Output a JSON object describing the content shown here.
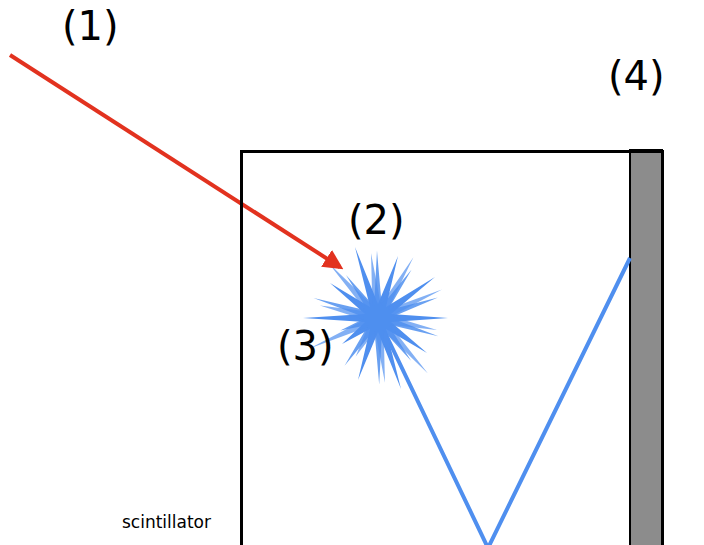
{
  "diagram": {
    "nodes": [
      {
        "text": [
          "scintillator"
        ]
      }
    ],
    "labels": [
      "(1)",
      "(2)",
      "(3)",
      "(4)"
    ]
  }
}
